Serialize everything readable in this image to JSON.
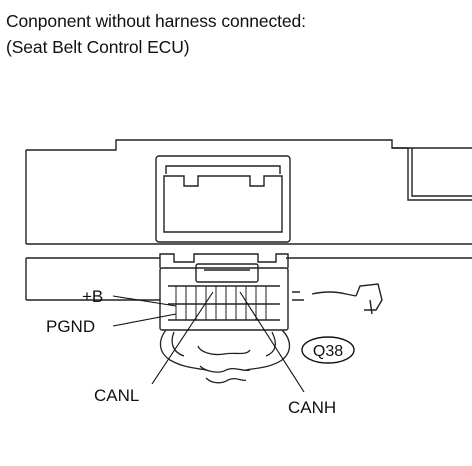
{
  "caption": {
    "line1": "Conponent without harness connected:",
    "line2": "(Seat Belt Control ECU)"
  },
  "labels": {
    "plus_b": "+B",
    "pgnd": "PGND",
    "canl": "CANL",
    "canh": "CANH"
  },
  "figure_code": "Q38"
}
